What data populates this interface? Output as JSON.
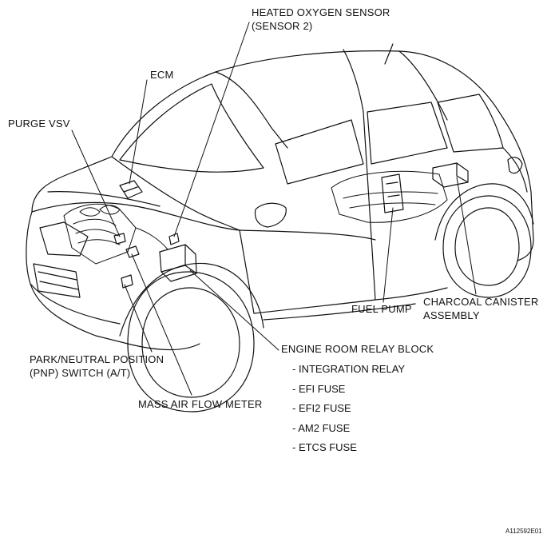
{
  "labels": {
    "heated_oxygen_sensor": [
      "HEATED OXYGEN SENSOR",
      "(SENSOR 2)"
    ],
    "ecm": "ECM",
    "purge_vsv": "PURGE VSV",
    "fuel_pump": "FUEL PUMP",
    "charcoal_canister": [
      "CHARCOAL CANISTER",
      "ASSEMBLY"
    ],
    "pnp_switch": [
      "PARK/NEUTRAL POSITION",
      "(PNP) SWITCH (A/T)"
    ],
    "mass_air_flow_meter": "MASS AIR FLOW METER",
    "engine_room_relay_block": "ENGINE ROOM RELAY BLOCK"
  },
  "relay_block_items": [
    "- INTEGRATION RELAY",
    "- EFI FUSE",
    "- EFI2 FUSE",
    "- AM2 FUSE",
    "- ETCS FUSE"
  ],
  "figure_code": "A112592E01"
}
